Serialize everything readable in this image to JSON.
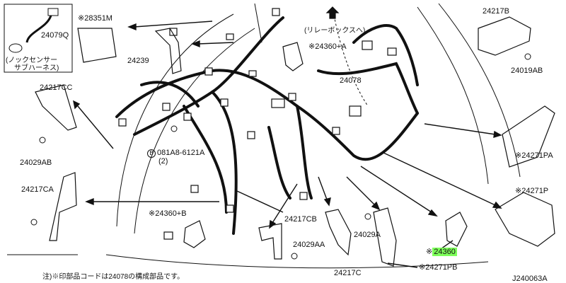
{
  "labels": {
    "p24079q": "24079Q",
    "note_knock1": "(ノックセンサー",
    "note_knock2": "サブハーネス)",
    "p28351m": "※28351M",
    "p24239": "24239",
    "relay_note": "(リレーボックスへ)",
    "p24360a": "※24360+A",
    "p24078": "24078",
    "p24217b": "24217B",
    "p24019ab": "24019AB",
    "p24217cc": "24217CC",
    "p24029ab": "24029AB",
    "b_circle": "B",
    "bolt": "081A8-6121A",
    "bolt_qty": "(2)",
    "p24271pa": "※24271PA",
    "p24271p": "※24271P",
    "p24217ca": "24217CA",
    "p24360b": "※24360+B",
    "p24217cb": "24217CB",
    "p24029aa": "24029AA",
    "p24029a": "24029A",
    "p24217c": "24217C",
    "p24360": "24360",
    "p24360_prefix": "※",
    "p24271pb": "※24271PB",
    "footnote": "注)※印部品コードは24078の構成部品です。",
    "diagram_id": "J240063A"
  },
  "colors": {
    "highlight": "#7dff5a",
    "line": "#111111"
  }
}
